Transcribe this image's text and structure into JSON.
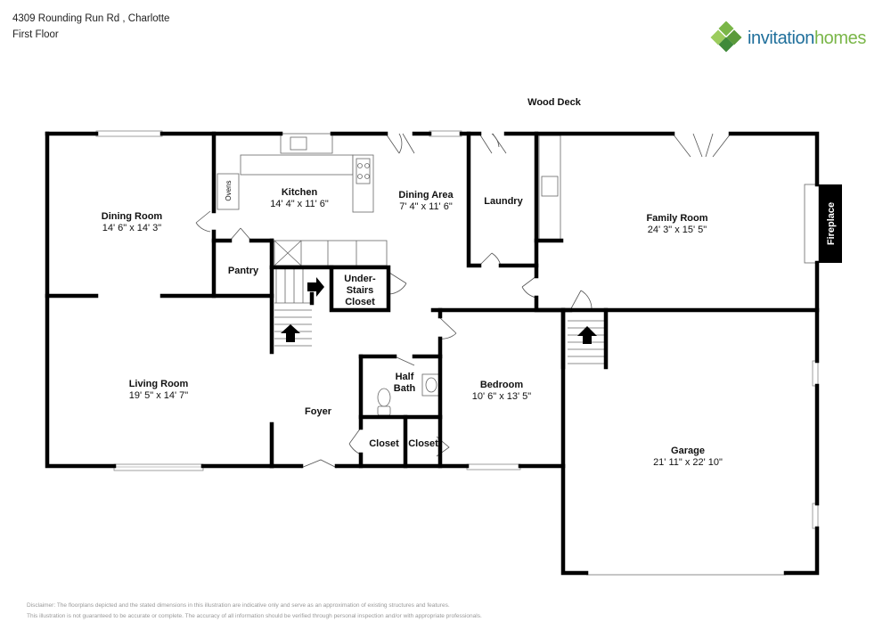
{
  "header": {
    "address": "4309 Rounding Run Rd , Charlotte",
    "floor": "First Floor"
  },
  "brand": {
    "name_part1": "invitation",
    "name_part2": "homes",
    "blue": "#1f6f9b",
    "green": "#7ab648"
  },
  "outside": {
    "wood_deck": "Wood Deck"
  },
  "rooms": {
    "dining_room": {
      "name": "Dining Room",
      "dims": "14' 6\" x 14' 3\""
    },
    "kitchen": {
      "name": "Kitchen",
      "dims": "14' 4\" x 11' 6\"",
      "ovens": "Ovens"
    },
    "dining_area": {
      "name": "Dining Area",
      "dims": "7' 4\" x 11' 6\""
    },
    "laundry": {
      "name": "Laundry"
    },
    "family_room": {
      "name": "Family Room",
      "dims": "24' 3\" x 15' 5\"",
      "fireplace": "Fireplace"
    },
    "pantry": {
      "name": "Pantry"
    },
    "under_stairs_closet": {
      "line1": "Under-",
      "line2": "Stairs",
      "line3": "Closet"
    },
    "living_room": {
      "name": "Living Room",
      "dims": "19' 5\" x 14' 7\""
    },
    "half_bath": {
      "line1": "Half",
      "line2": "Bath"
    },
    "foyer": {
      "name": "Foyer"
    },
    "bedroom": {
      "name": "Bedroom",
      "dims": "10' 6\" x 13' 5\""
    },
    "closet_a": {
      "name": "Closet"
    },
    "closet_b": {
      "name": "Closet"
    },
    "garage": {
      "name": "Garage",
      "dims": "21' 11\" x 22' 10\""
    }
  },
  "disclaimer": {
    "line1": "Disclaimer: The floorplans depicted and the stated dimensions in this illustration are indicative only and serve as an approximation of existing structures and features.",
    "line2": "This illustration is not guaranteed to be accurate or complete. The accuracy of all information should be verified through personal inspection and/or with appropriate professionals."
  }
}
